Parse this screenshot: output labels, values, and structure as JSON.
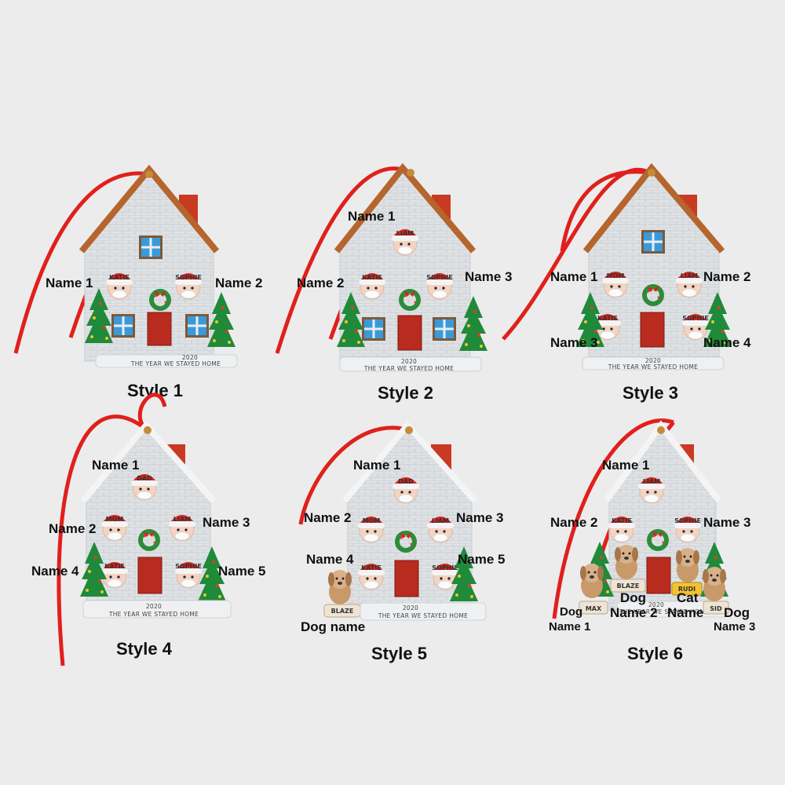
{
  "colors": {
    "background": "#ececec",
    "ribbon": "#e0201c",
    "roof": "#b5652d",
    "chimney": "#c93a22",
    "door": "#b92b1f",
    "window": "#3a9ad9",
    "tree": "#1f8a3a",
    "wall": "#dcdfe2",
    "face": "#f4d4c2",
    "hat": "#d7261e"
  },
  "ornament": {
    "year": "2020",
    "caption": "THE YEAR WE STAYED HOME"
  },
  "panels": [
    {
      "title": "Style 1",
      "faces": [
        "KATIE",
        "SOPHIE"
      ],
      "labels": [
        "Name 1",
        "Name 2"
      ]
    },
    {
      "title": "Style 2",
      "faces": [
        "LIAM",
        "KATIE",
        "SOPHIE"
      ],
      "labels": [
        "Name 1",
        "Name 2",
        "Name 3"
      ]
    },
    {
      "title": "Style 3",
      "faces": [
        "MOM",
        "LIAM",
        "KATIE",
        "SOPHIE"
      ],
      "labels": [
        "Name 1",
        "Name 2",
        "Name 3",
        "Name 4"
      ]
    },
    {
      "title": "Style 4",
      "faces": [
        "DAD",
        "MOM",
        "LIAM",
        "KATIE",
        "SOPHIE"
      ],
      "labels": [
        "Name 1",
        "Name 2",
        "Name 3",
        "Name 4",
        "Name 5"
      ]
    },
    {
      "title": "Style 5",
      "faces": [
        "DAD",
        "MOM",
        "LIAM",
        "KATIE",
        "SOPHIE"
      ],
      "pets": [
        "BLAZE"
      ],
      "labels": [
        "Name 1",
        "Name 2",
        "Name 3",
        "Name 4",
        "Name 5",
        "Dog name"
      ]
    },
    {
      "title": "Style 6",
      "faces": [
        "LIAM",
        "KATIE",
        "SOPHIE"
      ],
      "pets": [
        "MAX",
        "BLAZE",
        "RUDI",
        "SID"
      ],
      "labels": [
        "Name 1",
        "Name 2",
        "Name 3"
      ],
      "pet_labels": [
        {
          "line1": "Dog",
          "line2": "Name 1"
        },
        {
          "line1": "Dog",
          "line2": "Name 2"
        },
        {
          "line1": "Cat",
          "line2": "Name"
        },
        {
          "line1": "Dog",
          "line2": "Name 3"
        }
      ]
    }
  ]
}
